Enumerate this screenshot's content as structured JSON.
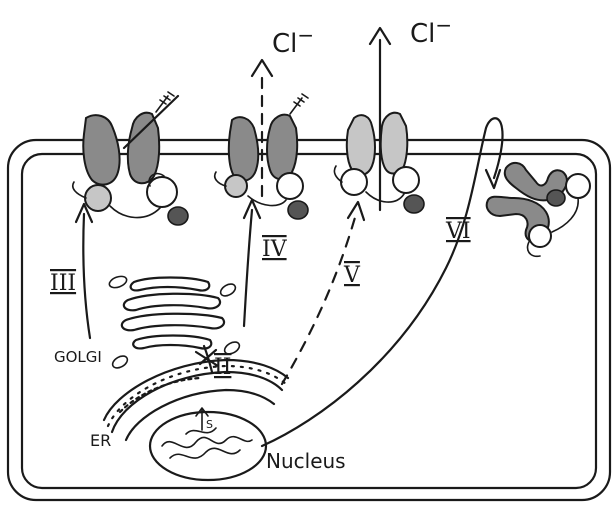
{
  "labels": {
    "chloride_1": "Cl",
    "chloride_1_charge": "−",
    "chloride_2": "Cl",
    "chloride_2_charge": "−",
    "golgi": "GOLGI",
    "er": "ER",
    "nucleus": "Nucleus",
    "class_2": "II",
    "class_3": "III",
    "class_4": "IV",
    "class_5": "V",
    "class_6": "VI",
    "mrna_marker": "S"
  },
  "colors": {
    "ink": "#1a1a1a",
    "membrane_fill": "#ffffff",
    "channel_dark": "#8a8a8a",
    "channel_light": "#c6c6c6",
    "regulatory_domain": "#555555"
  }
}
